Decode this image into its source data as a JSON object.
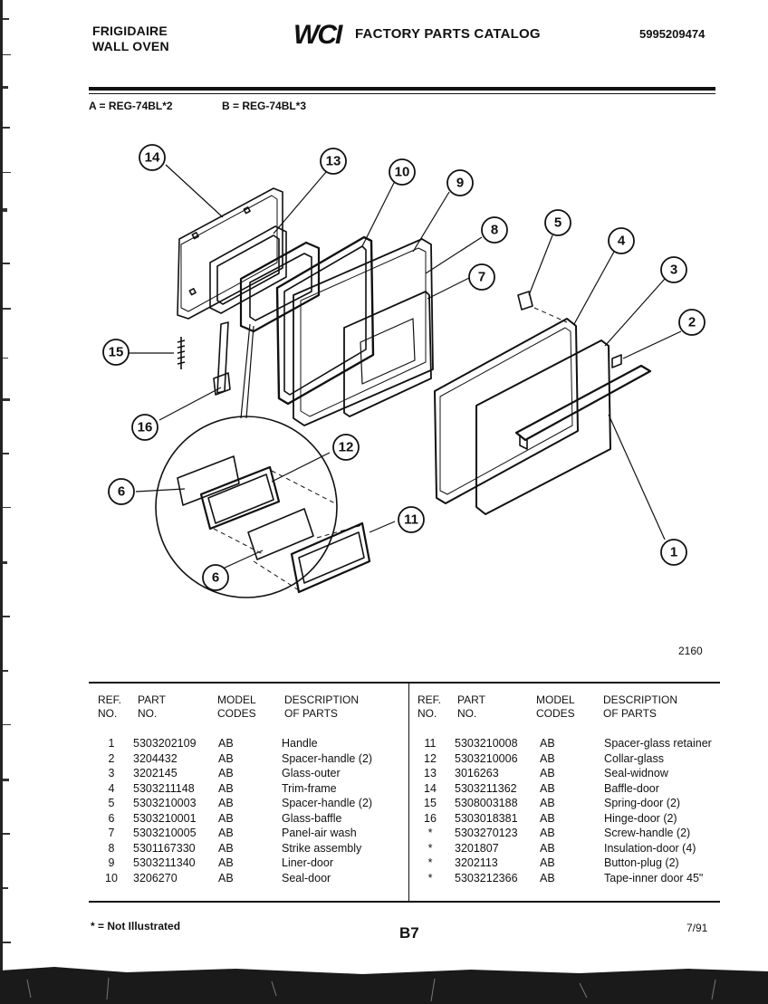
{
  "header": {
    "brand": "FRIGIDAIRE",
    "product": "WALL OVEN",
    "logo": "WCI",
    "title": "FACTORY PARTS CATALOG",
    "catalog_number": "5995209474"
  },
  "models": {
    "a": "A = REG-74BL*2",
    "b": "B = REG-74BL*3"
  },
  "diagram": {
    "code": "2160",
    "callouts": [
      "14",
      "13",
      "10",
      "9",
      "8",
      "7",
      "5",
      "4",
      "3",
      "2",
      "15",
      "16",
      "12",
      "6",
      "11",
      "6",
      "1"
    ]
  },
  "table": {
    "headers": {
      "ref": [
        "REF.",
        "NO."
      ],
      "part": [
        "PART",
        "NO."
      ],
      "model": [
        "MODEL",
        "CODES"
      ],
      "desc": [
        "DESCRIPTION",
        "OF PARTS"
      ]
    },
    "left_rows": [
      {
        "ref": "1",
        "part": "5303202109",
        "model": "AB",
        "desc": "Handle"
      },
      {
        "ref": "2",
        "part": "3204432",
        "model": "AB",
        "desc": "Spacer-handle (2)"
      },
      {
        "ref": "3",
        "part": "3202145",
        "model": "AB",
        "desc": "Glass-outer"
      },
      {
        "ref": "4",
        "part": "5303211148",
        "model": "AB",
        "desc": "Trim-frame"
      },
      {
        "ref": "5",
        "part": "5303210003",
        "model": "AB",
        "desc": "Spacer-handle (2)"
      },
      {
        "ref": "6",
        "part": "5303210001",
        "model": "AB",
        "desc": "Glass-baffle"
      },
      {
        "ref": "7",
        "part": "5303210005",
        "model": "AB",
        "desc": "Panel-air wash"
      },
      {
        "ref": "8",
        "part": "5301167330",
        "model": "AB",
        "desc": "Strike assembly"
      },
      {
        "ref": "9",
        "part": "5303211340",
        "model": "AB",
        "desc": "Liner-door"
      },
      {
        "ref": "10",
        "part": "3206270",
        "model": "AB",
        "desc": "Seal-door"
      }
    ],
    "right_rows": [
      {
        "ref": "11",
        "part": "5303210008",
        "model": "AB",
        "desc": "Spacer-glass retainer"
      },
      {
        "ref": "12",
        "part": "5303210006",
        "model": "AB",
        "desc": "Collar-glass"
      },
      {
        "ref": "13",
        "part": "3016263",
        "model": "AB",
        "desc": "Seal-widnow"
      },
      {
        "ref": "14",
        "part": "5303211362",
        "model": "AB",
        "desc": "Baffle-door"
      },
      {
        "ref": "15",
        "part": "5308003188",
        "model": "AB",
        "desc": "Spring-door (2)"
      },
      {
        "ref": "16",
        "part": "5303018381",
        "model": "AB",
        "desc": "Hinge-door (2)"
      },
      {
        "ref": "*",
        "part": "5303270123",
        "model": "AB",
        "desc": "Screw-handle (2)"
      },
      {
        "ref": "*",
        "part": "3201807",
        "model": "AB",
        "desc": "Insulation-door (4)"
      },
      {
        "ref": "*",
        "part": "3202113",
        "model": "AB",
        "desc": "Button-plug (2)"
      },
      {
        "ref": "*",
        "part": "5303212366",
        "model": "AB",
        "desc": "Tape-inner door 45\""
      }
    ]
  },
  "footer": {
    "note": "* = Not Illustrated",
    "page": "B7",
    "date": "7/91"
  }
}
